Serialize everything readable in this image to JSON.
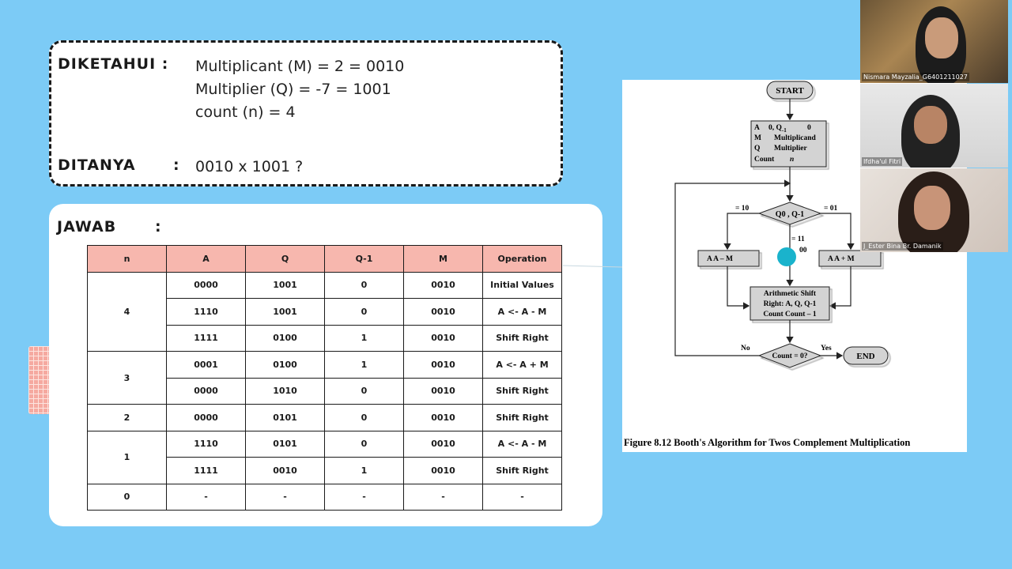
{
  "known": {
    "label": "DIKETAHUI :",
    "lines": [
      "Multiplicant (M) = 2 = 0010",
      "Multiplier (Q) = -7 = 1001",
      "count (n) = 4"
    ]
  },
  "asked": {
    "label": "DITANYA",
    "colon": ":",
    "value": "0010 x 1001 ?"
  },
  "answer": {
    "label": "JAWAB",
    "colon": ":",
    "headers": [
      "n",
      "A",
      "Q",
      "Q-1",
      "M",
      "Operation"
    ],
    "groups": [
      {
        "n": "4",
        "rows": [
          [
            "0000",
            "1001",
            "0",
            "0010",
            "Initial Values"
          ],
          [
            "1110",
            "1001",
            "0",
            "0010",
            "A <- A - M"
          ],
          [
            "1111",
            "0100",
            "1",
            "0010",
            "Shift Right"
          ]
        ]
      },
      {
        "n": "3",
        "rows": [
          [
            "0001",
            "0100",
            "1",
            "0010",
            "A <- A + M"
          ],
          [
            "0000",
            "1010",
            "0",
            "0010",
            "Shift Right"
          ]
        ]
      },
      {
        "n": "2",
        "rows": [
          [
            "0000",
            "0101",
            "0",
            "0010",
            "Shift Right"
          ]
        ]
      },
      {
        "n": "1",
        "rows": [
          [
            "1110",
            "0101",
            "0",
            "0010",
            "A <- A - M"
          ],
          [
            "1111",
            "0010",
            "1",
            "0010",
            "Shift Right"
          ]
        ]
      },
      {
        "n": "0",
        "rows": [
          [
            "-",
            "-",
            "-",
            "-",
            "-"
          ]
        ]
      }
    ]
  },
  "figure": {
    "caption": "Figure 8.12  Booth's Algorithm for Twos Complement Multiplication",
    "start": "START",
    "end": "END",
    "init_lines": [
      {
        "a": "A",
        "b": "0, Q",
        "sub": "-1",
        "c": "0"
      },
      {
        "a": "M",
        "b": "Multiplicand"
      },
      {
        "a": "Q",
        "b": "Multiplier"
      },
      {
        "a": "Count",
        "b": "n"
      }
    ],
    "decision": "Q0 , Q-1",
    "branch_left": "= 10",
    "branch_right": "= 01",
    "branch_mid": "= 11",
    "branch_mid2": "00",
    "box_left": "A    A – M",
    "box_right": "A    A + M",
    "shift_lines": [
      "Arithmetic Shift",
      "Right: A, Q, Q-1",
      "Count    Count – 1"
    ],
    "count_check": "Count = 0?",
    "no": "No",
    "yes": "Yes",
    "highlight_color": "#1ab3cc"
  },
  "participants": [
    {
      "name": "Nismara Mayzalia_G6401211027"
    },
    {
      "name": "Ifdha'ul Fitri"
    },
    {
      "name": "J_Ester Bina Br. Damanik"
    }
  ]
}
